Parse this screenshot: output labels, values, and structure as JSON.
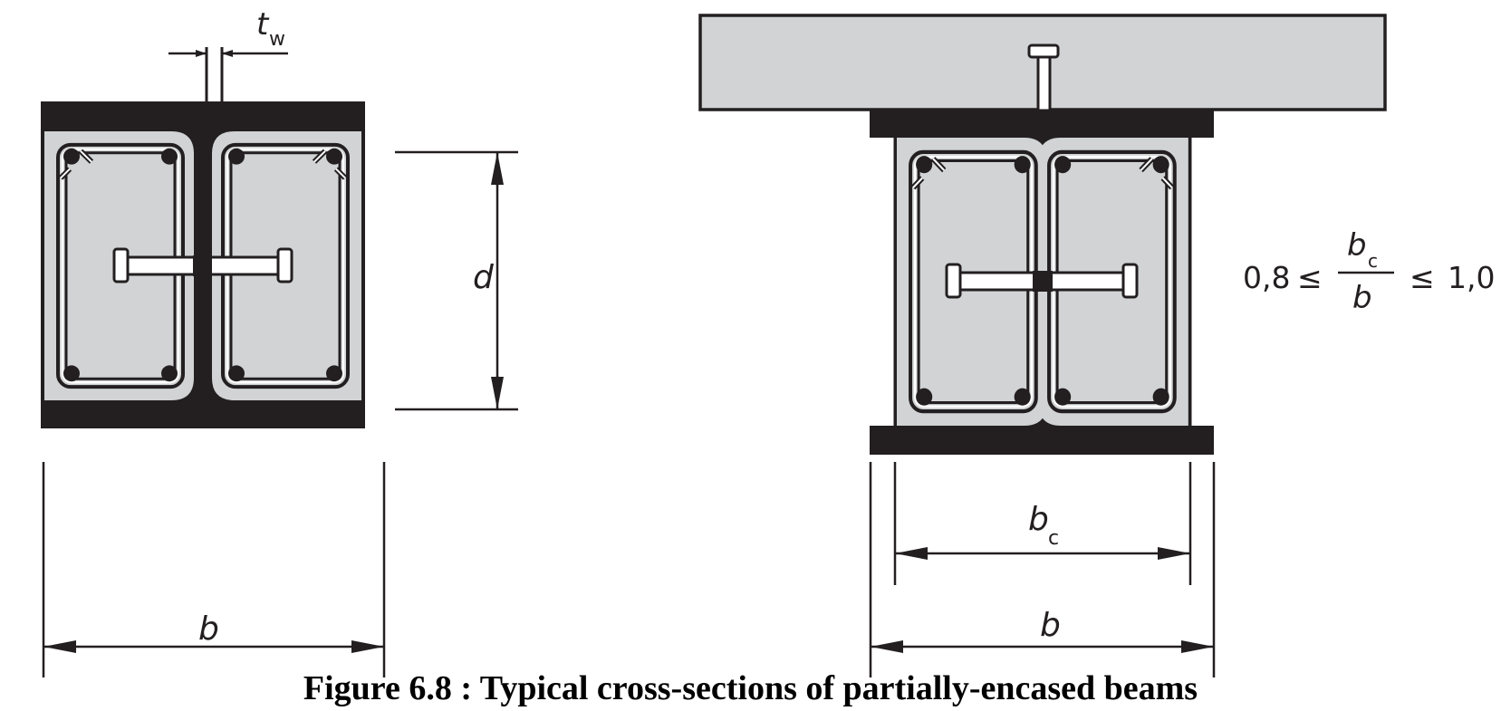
{
  "figure": {
    "caption": "Figure 6.8 : Typical cross-sections of partially-encased beams"
  },
  "left_section": {
    "labels": {
      "web_thickness": "t",
      "web_thickness_sub": "w",
      "depth": "d",
      "width": "b"
    }
  },
  "right_section": {
    "labels": {
      "concrete_width": "b",
      "concrete_width_sub": "c",
      "width": "b"
    },
    "ratio_condition": {
      "lower": "0,8",
      "op1": "≤",
      "numerator": "b",
      "numerator_sub": "c",
      "denominator": "b",
      "op2": "≤",
      "upper": "1,0"
    }
  },
  "colors": {
    "steel": "#231f20",
    "concrete": "#d1d3d4",
    "background": "#ffffff"
  }
}
